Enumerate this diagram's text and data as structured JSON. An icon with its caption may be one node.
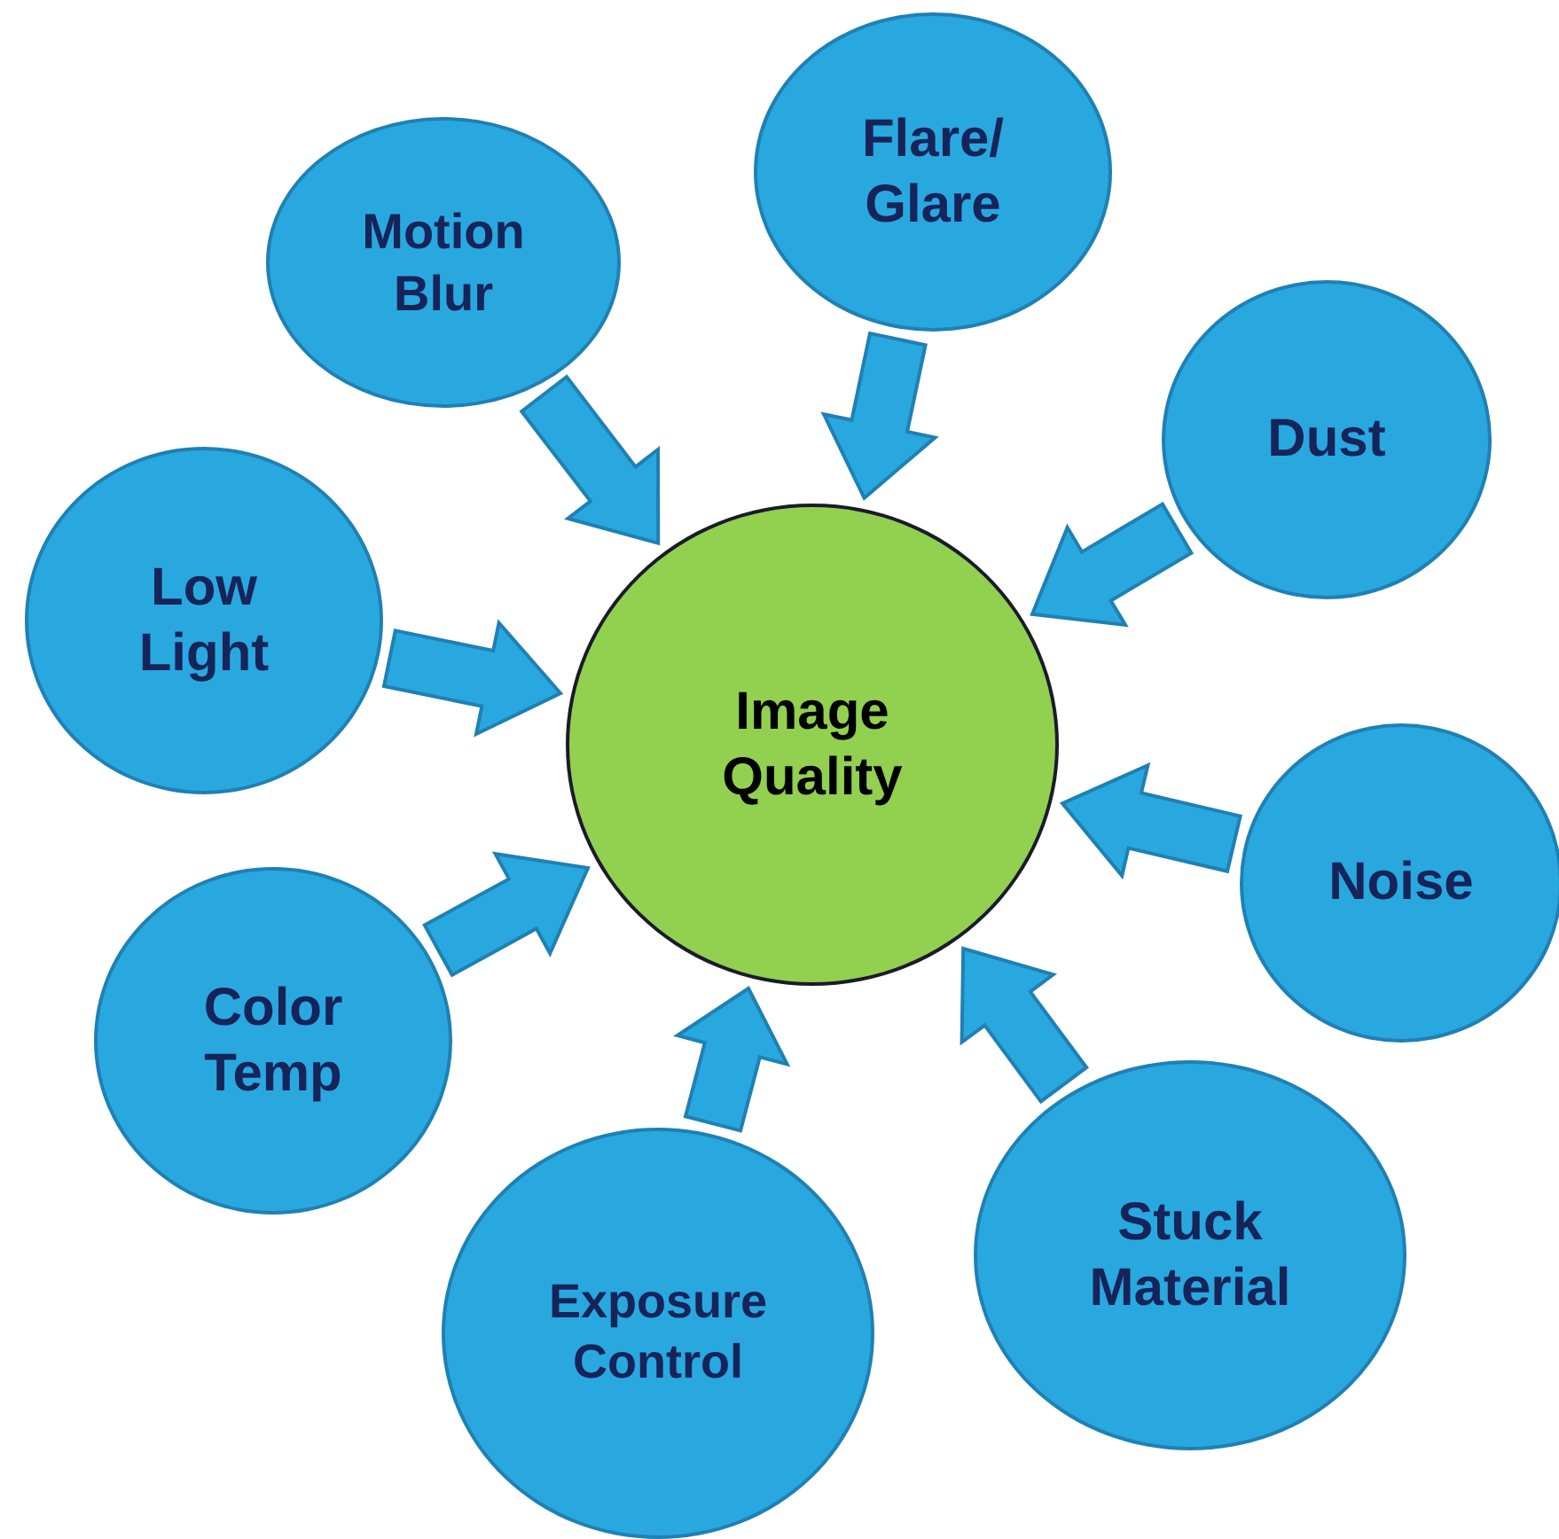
{
  "diagram": {
    "nodes": [
      {
        "text": [
          "Flare/ Glare"
        ]
      },
      {
        "text": [
          "Motion Blur"
        ]
      },
      {
        "text": [
          "Dust"
        ]
      },
      {
        "text": [
          "Low Light"
        ]
      },
      {
        "text": [
          "Image Quality"
        ]
      },
      {
        "text": [
          "Noise"
        ]
      },
      {
        "text": [
          "Color Temp"
        ]
      },
      {
        "text": [
          "Stuck Material"
        ]
      },
      {
        "text": [
          "Exposure Control"
        ]
      }
    ],
    "edges": [
      {
        "from": 0,
        "to": 4,
        "arrow": "to"
      },
      {
        "from": 1,
        "to": 4,
        "arrow": "to"
      },
      {
        "from": 2,
        "to": 4,
        "arrow": "to"
      },
      {
        "from": 3,
        "to": 4,
        "arrow": "to"
      },
      {
        "from": 5,
        "to": 4,
        "arrow": "to"
      },
      {
        "from": 6,
        "to": 4,
        "arrow": "to"
      },
      {
        "from": 7,
        "to": 4,
        "arrow": "to"
      },
      {
        "from": 8,
        "to": 4,
        "arrow": "to"
      }
    ]
  }
}
